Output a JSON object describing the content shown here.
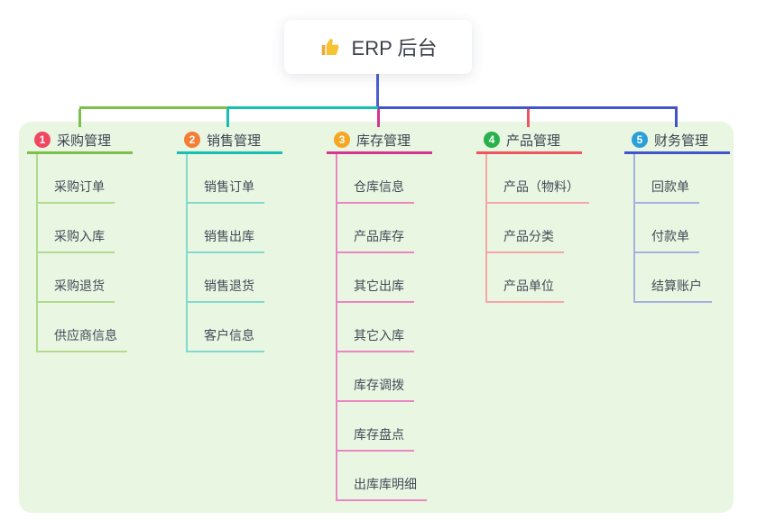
{
  "root": {
    "title": "ERP 后台",
    "icon": "thumbs-up-icon",
    "icon_color": "#f6c332"
  },
  "colors": {
    "panel_bg": "#e8f6e2",
    "root_line": "#4c5ed2",
    "bus_blue": "#4154ca"
  },
  "branches": [
    {
      "index": "1",
      "label": "采购管理",
      "badge_color": "#f1485f",
      "line_color": "#7cbf4b",
      "child_line_color": "#b3d98f",
      "children": [
        "采购订单",
        "采购入库",
        "采购退货",
        "供应商信息"
      ]
    },
    {
      "index": "2",
      "label": "销售管理",
      "badge_color": "#f57d35",
      "line_color": "#15bfb2",
      "child_line_color": "#83d9cf",
      "children": [
        "销售订单",
        "销售出库",
        "销售退货",
        "客户信息"
      ]
    },
    {
      "index": "3",
      "label": "库存管理",
      "badge_color": "#f6a623",
      "line_color": "#d6368f",
      "child_line_color": "#ea86c1",
      "children": [
        "仓库信息",
        "产品库存",
        "其它出库",
        "其它入库",
        "库存调拨",
        "库存盘点",
        "出库库明细"
      ]
    },
    {
      "index": "4",
      "label": "产品管理",
      "badge_color": "#28b24c",
      "line_color": "#f0545c",
      "child_line_color": "#f7a6a8",
      "children": [
        "产品（物料）",
        "产品分类",
        "产品单位"
      ]
    },
    {
      "index": "5",
      "label": "财务管理",
      "badge_color": "#2aa0d8",
      "line_color": "#4154ca",
      "child_line_color": "#a6b2de",
      "children": [
        "回款单",
        "付款单",
        "结算账户"
      ]
    }
  ]
}
